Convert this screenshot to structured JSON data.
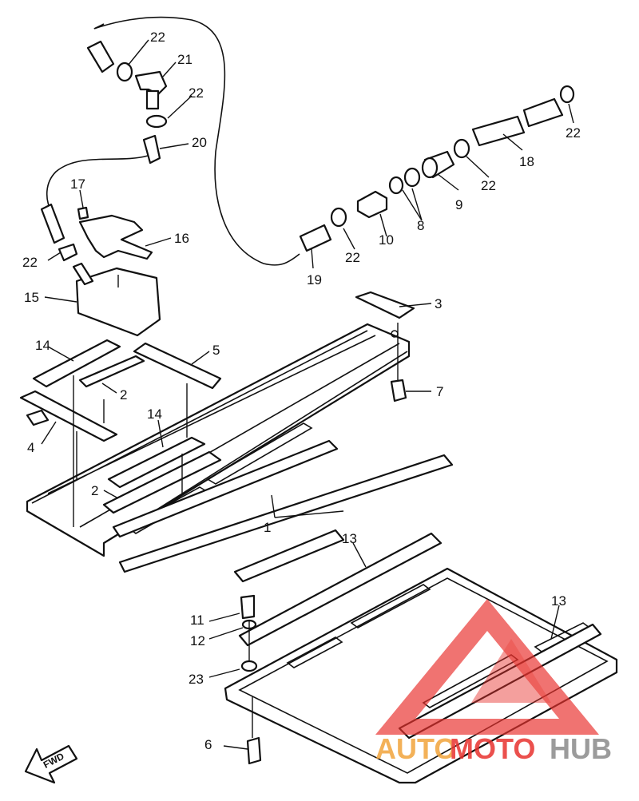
{
  "callouts": {
    "c22a": "22",
    "c21": "21",
    "c22b": "22",
    "c20": "20",
    "c17": "17",
    "c16": "16",
    "c22c": "22",
    "c15": "15",
    "c14a": "14",
    "c5": "5",
    "c2a": "2",
    "c4": "4",
    "c14b": "14",
    "c2b": "2",
    "c1": "1",
    "c3": "3",
    "c7": "7",
    "c19": "19",
    "c22d": "22",
    "c10": "10",
    "c8": "8",
    "c9": "9",
    "c22e": "22",
    "c18": "18",
    "c22f": "22",
    "c13a": "13",
    "c13b": "13",
    "c11": "11",
    "c12": "12",
    "c23": "23",
    "c6": "6"
  },
  "fwd_label": "FWD",
  "watermark": {
    "part1": "AUTO",
    "part2": "MOTO",
    "part3": "HUB"
  },
  "colors": {
    "line": "#111111",
    "wm_red": "#e8322e",
    "wm_orange": "#f1a43c",
    "wm_gray": "#8a8a8a"
  }
}
